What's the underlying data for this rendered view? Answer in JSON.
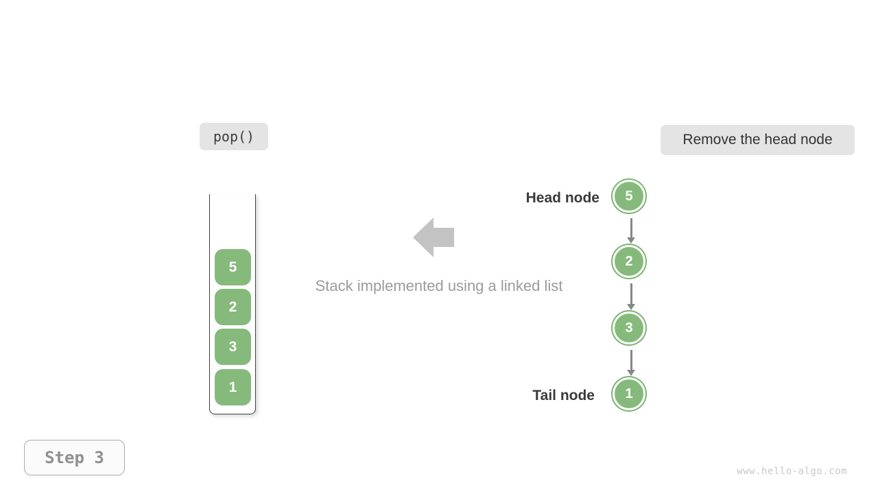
{
  "operation": {
    "label": "pop()",
    "description": "Remove the head node"
  },
  "stack": {
    "items": [
      "5",
      "2",
      "3",
      "1"
    ]
  },
  "caption": "Stack implemented using a linked list",
  "linked_list": {
    "head_label": "Head node",
    "tail_label": "Tail node",
    "nodes": [
      "5",
      "2",
      "3",
      "1"
    ]
  },
  "step": {
    "label": "Step 3"
  },
  "watermark": "www.hello-algo.com",
  "colors": {
    "node_green": "#86ba7c",
    "node_ring_green": "#7bb271",
    "label_bg": "#e4e4e4",
    "block_arrow_gray": "#c3c3c3",
    "connector_gray": "#878787",
    "caption_gray": "#9b9b9b",
    "dark_text": "#3a3a3a"
  }
}
